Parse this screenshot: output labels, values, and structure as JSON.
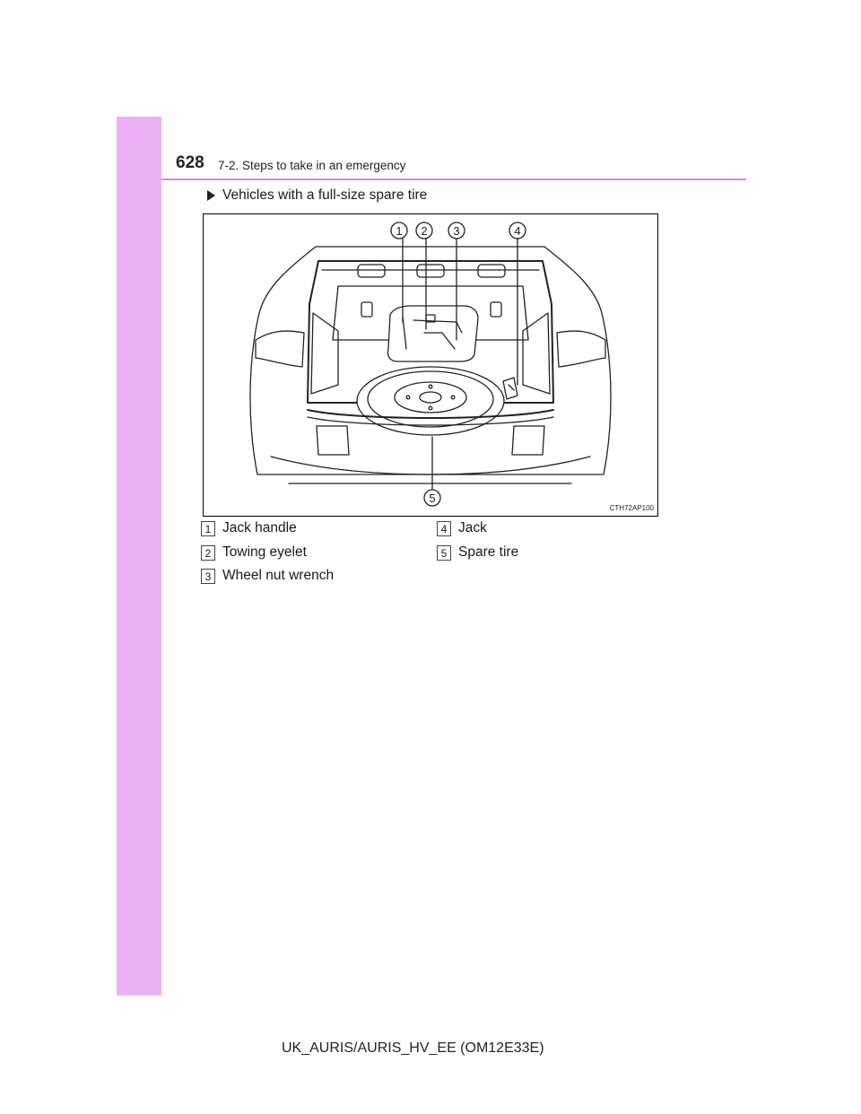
{
  "header": {
    "page_number": "628",
    "section": "7-2. Steps to take in an emergency"
  },
  "subheading": {
    "icon": "triangle-bullet-icon",
    "text": "Vehicles with a full-size spare tire"
  },
  "figure": {
    "code": "CTH72AP100",
    "callouts": [
      "1",
      "2",
      "3",
      "4",
      "5"
    ]
  },
  "legend": [
    {
      "num": "1",
      "label": "Jack handle"
    },
    {
      "num": "2",
      "label": "Towing eyelet"
    },
    {
      "num": "3",
      "label": "Wheel nut wrench"
    },
    {
      "num": "4",
      "label": "Jack"
    },
    {
      "num": "5",
      "label": "Spare tire"
    }
  ],
  "footer": {
    "text": "UK_AURIS/AURIS_HV_EE (OM12E33E)"
  },
  "colors": {
    "accent": "#eab2f4",
    "rule": "#d58be6"
  }
}
